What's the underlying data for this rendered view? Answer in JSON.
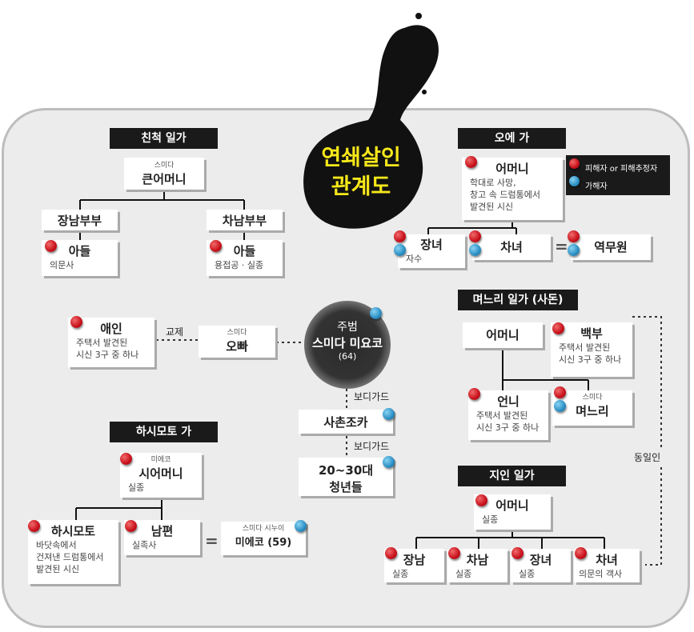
{
  "title": {
    "line1": "연쇄살인",
    "line2": "관계도"
  },
  "legend": {
    "victim": "피해자 or 피해추정자",
    "perpetrator": "가해자"
  },
  "main": {
    "role": "주범",
    "name": "스미다 미요코",
    "age": "(64)"
  },
  "relatives": {
    "header": "친척 일가",
    "grandmother": {
      "small": "스미다",
      "name": "큰어머니"
    },
    "eldest_couple": {
      "name": "장남부부"
    },
    "eldest_son": {
      "name": "아들",
      "note": "의문사"
    },
    "second_couple": {
      "name": "차남부부"
    },
    "second_son": {
      "name": "아들",
      "note": "용접공 · 실종"
    }
  },
  "lover": {
    "name": "애인",
    "note1": "주택서 발견된",
    "note2": "시신 3구 중 하나"
  },
  "brother": {
    "small": "스미다",
    "name": "오빠"
  },
  "labels": {
    "exchange": "교제",
    "bodyguard1": "보디가드",
    "bodyguard2": "보디가드",
    "same_person": "동일인"
  },
  "cousin": {
    "name": "사촌조카"
  },
  "youths": {
    "line1": "20~30대",
    "line2": "청년들"
  },
  "oe": {
    "header": "오에 가",
    "mother": {
      "name": "어머니",
      "note1": "학대로 사망,",
      "note2": "창고 속 드럼통에서",
      "note3": "발견된 시신"
    },
    "eldest_daughter": {
      "name": "장녀",
      "note": "자수"
    },
    "second_daughter": {
      "name": "차녀"
    },
    "station_worker": {
      "name": "역무원"
    }
  },
  "inlaws": {
    "header": "며느리 일가 (사돈)",
    "mother": {
      "name": "어머니"
    },
    "uncle": {
      "name": "백부",
      "note1": "주택서 발견된",
      "note2": "시신 3구 중 하나"
    },
    "sister": {
      "name": "언니",
      "note1": "주택서 발견된",
      "note2": "시신 3구 중 하나"
    },
    "daughter_in_law": {
      "small": "스미다",
      "name": "며느리"
    }
  },
  "shimomoto": {
    "header": "하시모토 가",
    "mother_in_law": {
      "small": "미에코",
      "name": "시어머니",
      "note": "실종"
    },
    "hashimoto": {
      "name": "하시모토",
      "note1": "바닷속에서",
      "note2": "건져낸 드럼통에서",
      "note3": "발견된 시신"
    },
    "husband": {
      "name": "남편",
      "note": "실족사"
    },
    "mieko": {
      "small": "스미다 시누이",
      "name": "미에코 (59)"
    }
  },
  "acquaintance": {
    "header": "지인 일가",
    "mother": {
      "name": "어머니",
      "note": "실종"
    },
    "son1": {
      "name": "장남",
      "note": "실종"
    },
    "son2": {
      "name": "차남",
      "note": "실종"
    },
    "daughter1": {
      "name": "장녀",
      "note": "실종"
    },
    "daughter2": {
      "name": "차녀",
      "note": "의문의 객사"
    }
  },
  "colors": {
    "victim_pin": "#c8101b",
    "perpetrator_pin": "#2a8fc4",
    "header_bg": "#1a1a1a",
    "title_text": "#f7e81a"
  }
}
